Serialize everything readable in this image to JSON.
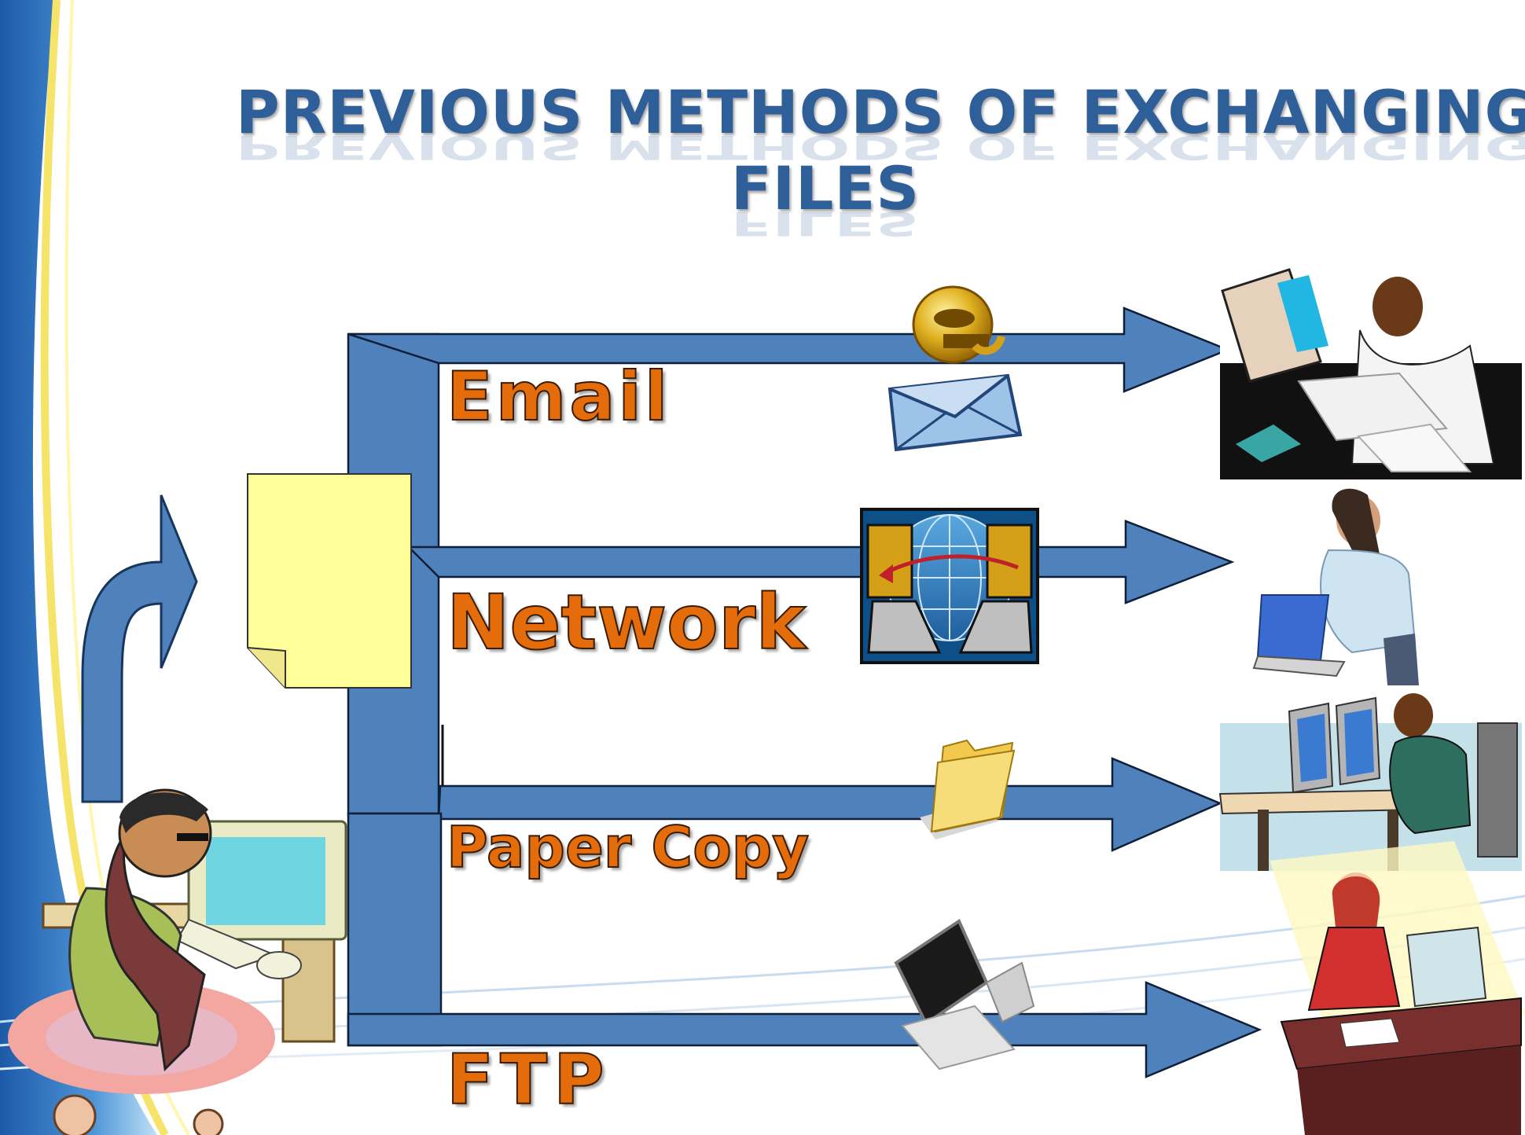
{
  "slide": {
    "title_lines": [
      "PREVIOUS METHODS OF EXCHANGING",
      "FILES"
    ]
  },
  "methods": [
    {
      "label": "Email",
      "icon": "email-envelope-icon"
    },
    {
      "label": "Network",
      "icon": "network-globe-icon"
    },
    {
      "label": "Paper Copy",
      "icon": "folder-icon"
    },
    {
      "label": "FTP",
      "icon": "computer-transfer-icon"
    }
  ],
  "colors": {
    "title": "#2e5f98",
    "arrow_fill": "#4f81bd",
    "label": "#e46c0a",
    "document": "#ffff99"
  }
}
